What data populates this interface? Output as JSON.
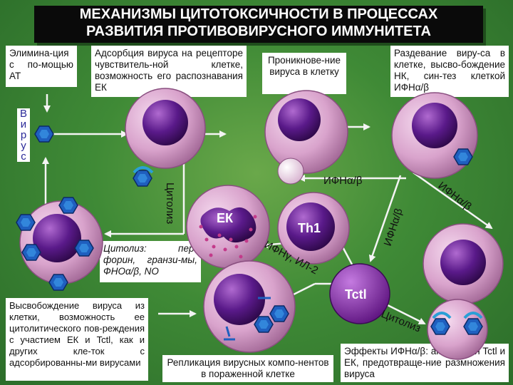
{
  "title": {
    "line1": "МЕХАНИЗМЫ ЦИТОТОКСИЧНОСТИ В ПРОЦЕССАХ",
    "line2": "РАЗВИТИЯ ПРОТИВОВИРУСНОГО ИММУНИТЕТА"
  },
  "boxes": {
    "elimination": "Элимина-ция с по-мощью АТ",
    "adsorption": "Адсорбция вируса на рецепторе чувствитель-ной клетке, возможность его распознавания ЕК",
    "penetration": "Проникнове-ние вируса в клетку",
    "uncoating": "Раздевание виру-са в клетке, высво-бождение НК, син-тез клеткой ИФНα/β",
    "cytolysis_mech": "Цитолиз: пер-форин, гранзи-мы, ФНОα/β, NO",
    "release": "Высвобождение вируса из клетки, возможность ее цитолитического пов-реждения с участием ЕК и Tctl, как и других кле-ток с адсорбированны-ми вирусами",
    "replication": "Репликация вирусных компо-нентов в пораженной клетке",
    "effects": "Эффекты ИФНα/β: актива-ция Tctl и ЕК, предотвраще-ние размножения вируса"
  },
  "side_label": [
    "В",
    "и",
    "р",
    "у",
    "с"
  ],
  "labels": {
    "ek": "ЕК",
    "th1": "Th1",
    "tctl": "Tctl",
    "ifn_top": "ИФНα/β",
    "ifn_right": "ИФНα/β",
    "ifn_diag": "ИФНα/β",
    "ifn_gamma": "ИФНγ, ИЛ-2",
    "cytolysis_left": "Цитолиз",
    "cytolysis_right": "Цитолиз"
  },
  "colors": {
    "cell": "#d9a3cc",
    "nucleus": "#5a1a8a",
    "virus": "#1f5fbf",
    "receptor": "#2a9fd6",
    "tctl": "#7a1a9a",
    "background": "#3f8a36"
  }
}
